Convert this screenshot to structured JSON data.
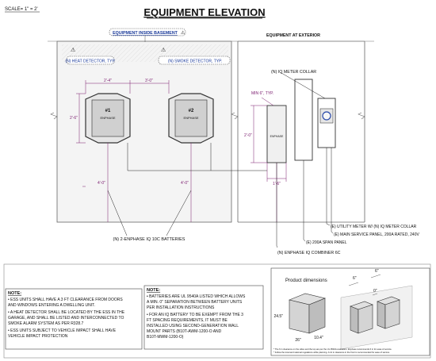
{
  "scale": "SCALE= 1\" = 2'",
  "title": "EQUIPMENT ELEVATION",
  "panels": {
    "basement": "EQUIPMENT INSIDE BASEMENT",
    "exterior": "EQUIPMENT AT EXTERIOR"
  },
  "callouts": {
    "heat_detector": "(N) HEAT DETECTOR, TYP.",
    "smoke_detector": "(N) SMOKE DETECTOR, TYP.",
    "meter_collar_top": "(N) IQ METER COLLAR",
    "min_typ": "MIN 6\", TYP.",
    "batteries": "(N) 2-ENPHASE IQ 10C BATTERIES",
    "utility_meter": "(E) UTILITY METER W/ (N) IQ METER COLLAR",
    "main_panel": "(E) MAIN SERVICE PANEL, 200A RATED, 240V",
    "span_panel": "(E) 200A SPAN PANEL",
    "combiner": "(N) ENPHASE IQ COMBINER 6C"
  },
  "battery_labels": [
    "#1",
    "#2"
  ],
  "battery_brand": "ENPHASE",
  "dimensions": {
    "w1": "2'-4\"",
    "gap": "3'-0\"",
    "h1": "2'-6\"",
    "floor1": "4'-0\"",
    "floor2": "4'-0\"",
    "comb_h": "2'-0\"",
    "comb_w": "1'-6\""
  },
  "notes_left": {
    "heading": "NOTE:",
    "lines": [
      "• ESS UNITS SHALL HAVE A 3 FT CLEARANCE FROM DOORS",
      "  AND WINDOWS ENTERING A DWELLING UNIT.",
      "• A HEAT DETECTOR SHALL BE LOCATED BY THE ESS IN THE",
      "  GARAGE, AND SHALL BE LISTED AND INTERCONNECTED TO",
      "  SMOKE ALARM SYSTEM AS PER R328.7",
      "• ESS UNITS SUBJECT TO VEHICLE IMPACT SHALL HAVE",
      "  VEHICLE IMPACT PROTECTION"
    ]
  },
  "notes_mid": {
    "heading": "NOTE:",
    "lines": [
      "• BATTERIES ARE UL 9540A LISTED WHICH ALLOWS",
      "  A MIN. 0\" SEPARATION BETWEEN BATTERY UNITS",
      "  PER INSTALLATION INSTRUCTIONS",
      "• FOR AN IQ BATTERY TO BE EXEMPT FROM THE 3",
      "  FT SPACING REQUIREMENTS, IT MUST BE",
      "  INSTALLED USING SECOND-GENERATION WALL",
      "  MOUNT PARTS (B10T-AWM-1200-O AND",
      "  B10T-MWM-1200-O)"
    ]
  },
  "product": {
    "title": "Product dimensions",
    "d_h": "24.5\"",
    "d_w": "26\"",
    "d_d": "10.4\"",
    "d_top1": "6\"",
    "d_top2": "6\"",
    "d_mid": "0\"",
    "foot1": "* The 6 in clearance on the sides and the top are per the UL 9540A evaluation. Enphase recommends 6 in for ease of service.",
    "foot2": "* Follow the local and national regulations while planning. A 12 in clearance in the front is recommended for ease of service."
  }
}
